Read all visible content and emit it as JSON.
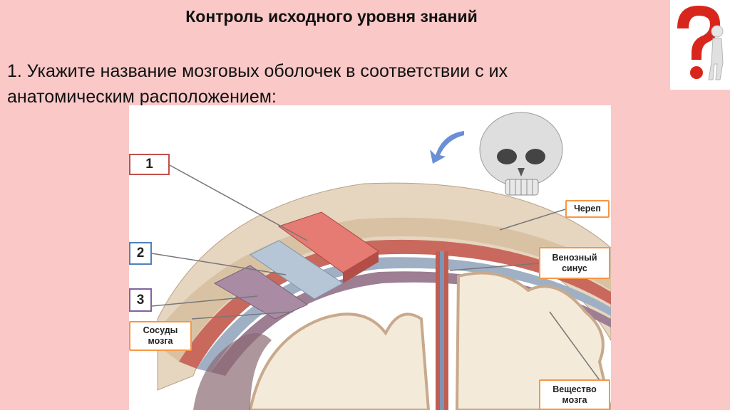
{
  "slide": {
    "title": "Контроль исходного уровня знаний",
    "question_line1": "1. Укажите название мозговых оболочек  в соответствии с их",
    "question_line2": "анатомическим  расположением:"
  },
  "figure": {
    "markers": {
      "m1": "1",
      "m2": "2",
      "m3": "3"
    },
    "labels": {
      "skull": "Череп",
      "sinus_1": "Венозный",
      "sinus_2": "синус",
      "vessels_1": "Сосуды",
      "vessels_2": "мозга",
      "matter_1": "Вещество",
      "matter_2": "мозга"
    }
  },
  "colors": {
    "background": "#f9c8c7",
    "marker1_border": "#c0504d",
    "marker2_border": "#4f81bd",
    "marker3_border": "#8064a2",
    "label_border": "#f79646",
    "question_icon": "#d9261c"
  },
  "icons": [
    "question-mark-figure-icon",
    "skull-icon",
    "direction-arrow-icon"
  ]
}
